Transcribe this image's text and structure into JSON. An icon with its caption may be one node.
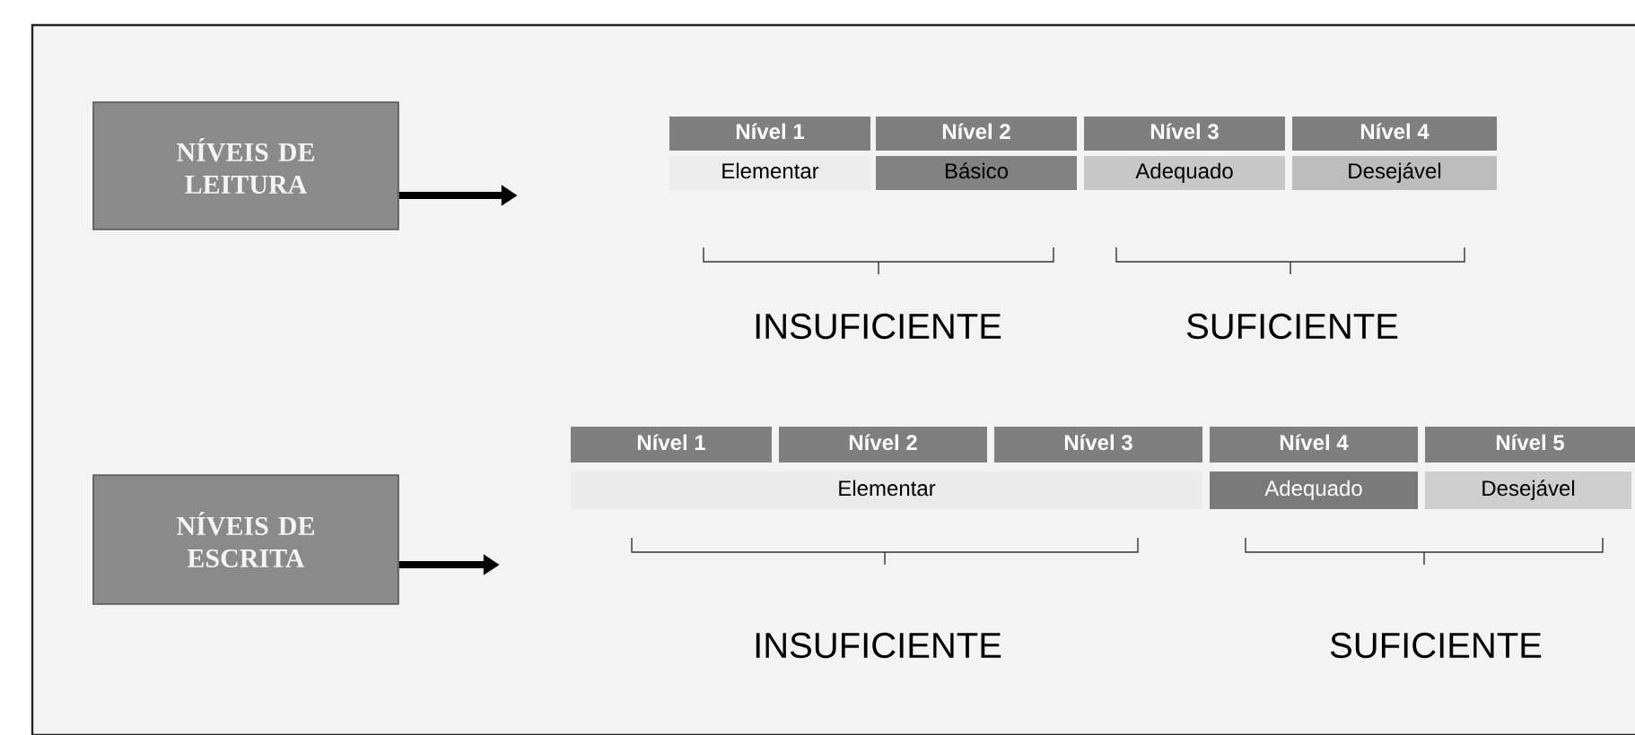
{
  "diagram": {
    "nodes": [
      {
        "text": [
          "NÍVEIS DE LEITURA"
        ]
      },
      {
        "text": [
          "Nível 1"
        ]
      },
      {
        "text": [
          "Nível 2"
        ]
      },
      {
        "text": [
          "Nível 3"
        ]
      },
      {
        "text": [
          "Nível 4"
        ]
      },
      {
        "text": [
          "Elementar"
        ]
      },
      {
        "text": [
          "Básico"
        ]
      },
      {
        "text": [
          "Adequado"
        ]
      },
      {
        "text": [
          "Desejável"
        ]
      },
      {
        "text": [
          "NÍVEIS DE ESCRITA"
        ]
      },
      {
        "text": [
          "Nível 1"
        ]
      },
      {
        "text": [
          "Nível 2"
        ]
      },
      {
        "text": [
          "Nível 3"
        ]
      },
      {
        "text": [
          "Nível 4"
        ]
      },
      {
        "text": [
          "Nível 5"
        ]
      },
      {
        "text": [
          "Elementar"
        ]
      },
      {
        "text": [
          "Adequado"
        ]
      },
      {
        "text": [
          "Desejável"
        ]
      }
    ],
    "edges": [
      {
        "from": 0,
        "to": null,
        "arrow": "to"
      },
      {
        "from": 9,
        "to": null,
        "arrow": "to"
      }
    ],
    "labels": [
      "INSUFICIENTE",
      "SUFICIENTE",
      "INSUFICIENTE",
      "SUFICIENTE"
    ]
  }
}
